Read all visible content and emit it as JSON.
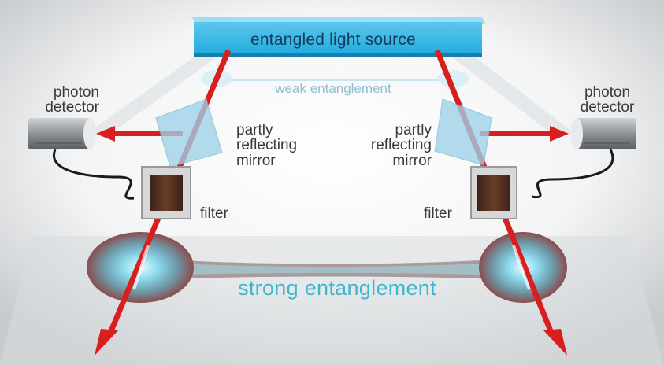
{
  "labels": {
    "source": "entangled light source",
    "weak": "weak entanglement",
    "strong": "strong entanglement",
    "detector_left": [
      "photon",
      "detector"
    ],
    "detector_right": [
      "photon",
      "detector"
    ],
    "mirror_left": [
      "partly",
      "reflecting",
      "mirror"
    ],
    "mirror_right": [
      "partly",
      "reflecting",
      "mirror"
    ],
    "filter_left": "filter",
    "filter_right": "filter"
  },
  "colors": {
    "beam": "#d81e1e",
    "source_box": "#1fa9dc",
    "mirror": "#9fd2ea",
    "entanglement_glow": "#7fd6ea",
    "label_text": "#3a3a3a"
  }
}
